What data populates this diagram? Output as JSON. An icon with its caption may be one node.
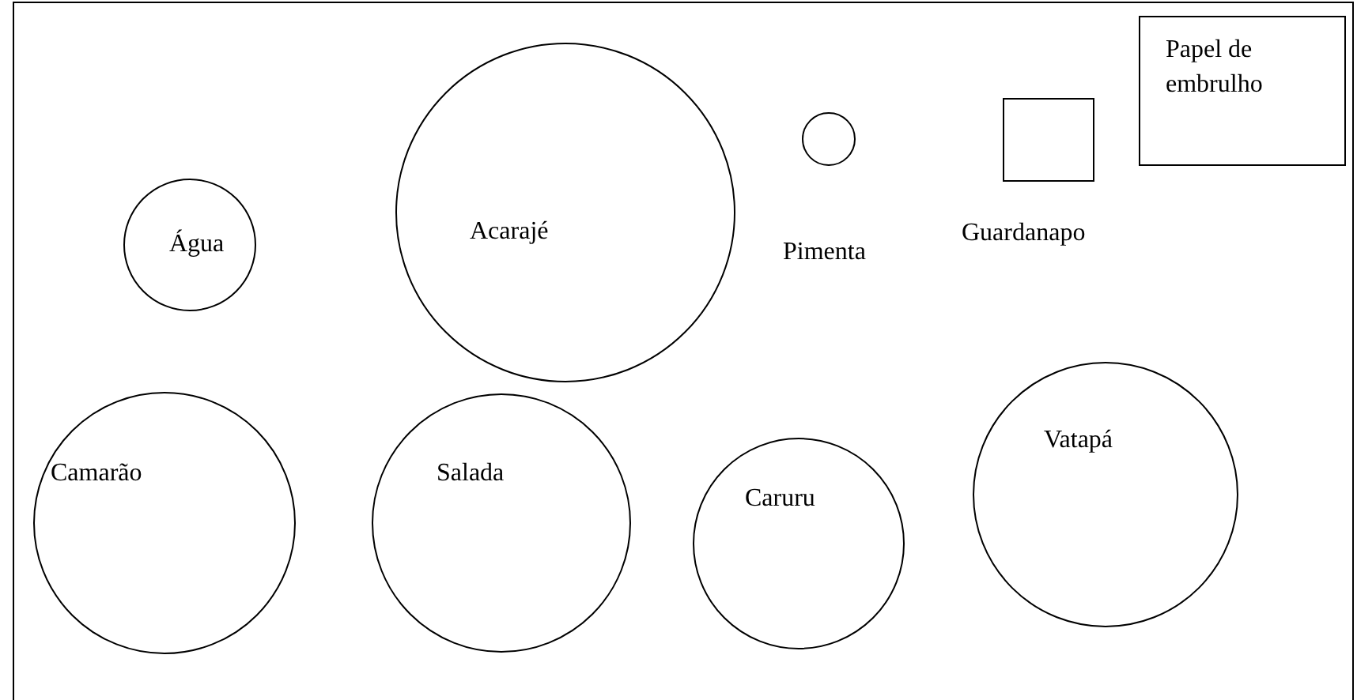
{
  "diagram": {
    "nodes": [
      {
        "text": [],
        "shape": "box"
      },
      {
        "text": [
          "Água"
        ],
        "in": 0
      },
      {
        "text": [
          "Acarajé"
        ],
        "in": 0
      },
      {
        "text": [],
        "shape": "circle",
        "beside": [
          "Pimenta"
        ],
        "in": 0
      },
      {
        "text": [],
        "shape": "box",
        "beside": [
          "Guardanapo"
        ],
        "in": 0
      },
      {
        "text": [
          "Papel de embrulho"
        ],
        "in": 0
      },
      {
        "text": [
          "Camarão"
        ],
        "in": 0
      },
      {
        "text": [
          "Salada"
        ],
        "in": 0
      },
      {
        "text": [
          "Caruru"
        ],
        "in": 0
      },
      {
        "text": [
          "Vatapá"
        ],
        "in": 0
      }
    ]
  }
}
